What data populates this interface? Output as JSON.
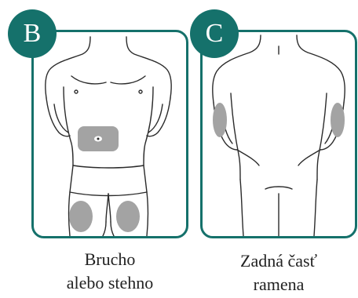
{
  "panels": [
    {
      "letter": "B",
      "caption_line1": "Brucho",
      "caption_line2": "alebo stehno"
    },
    {
      "letter": "C",
      "caption_line1": "Zadná časť",
      "caption_line2": "ramena"
    }
  ],
  "colors": {
    "accent": "#15716b",
    "zone": "#a3a3a3",
    "outline": "#2b2b2b"
  }
}
